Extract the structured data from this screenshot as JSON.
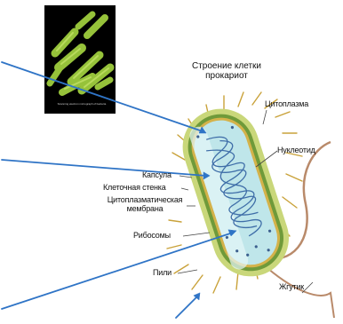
{
  "title": {
    "line1": "Строение клетки",
    "line2": "прокариот"
  },
  "labels": {
    "cytoplasm": "Цитоплазма",
    "nucleoid": "Нуклеотид",
    "capsule": "Капсула",
    "cell_wall": "Клеточная стенка",
    "membrane_line1": "Цитоплазматическая",
    "membrane_line2": "мембрана",
    "ribosomes": "Рибосомы",
    "pili": "Пили",
    "flagellum": "Жгутик"
  },
  "micrograph": {
    "caption": "Scanning electron micrograph of bacteria"
  },
  "colors": {
    "arrow": "#2f74c6",
    "capsule_fill": "#c9d77a",
    "cell_wall": "#6f9a3a",
    "cytoplasm": "#bfe6ea",
    "nucleoid": "#3f6ea8",
    "pili": "#c9a23a",
    "flagellum": "#b98a6a",
    "micro_bg": "#000000",
    "micro_bacteria": "#9cc93c"
  }
}
